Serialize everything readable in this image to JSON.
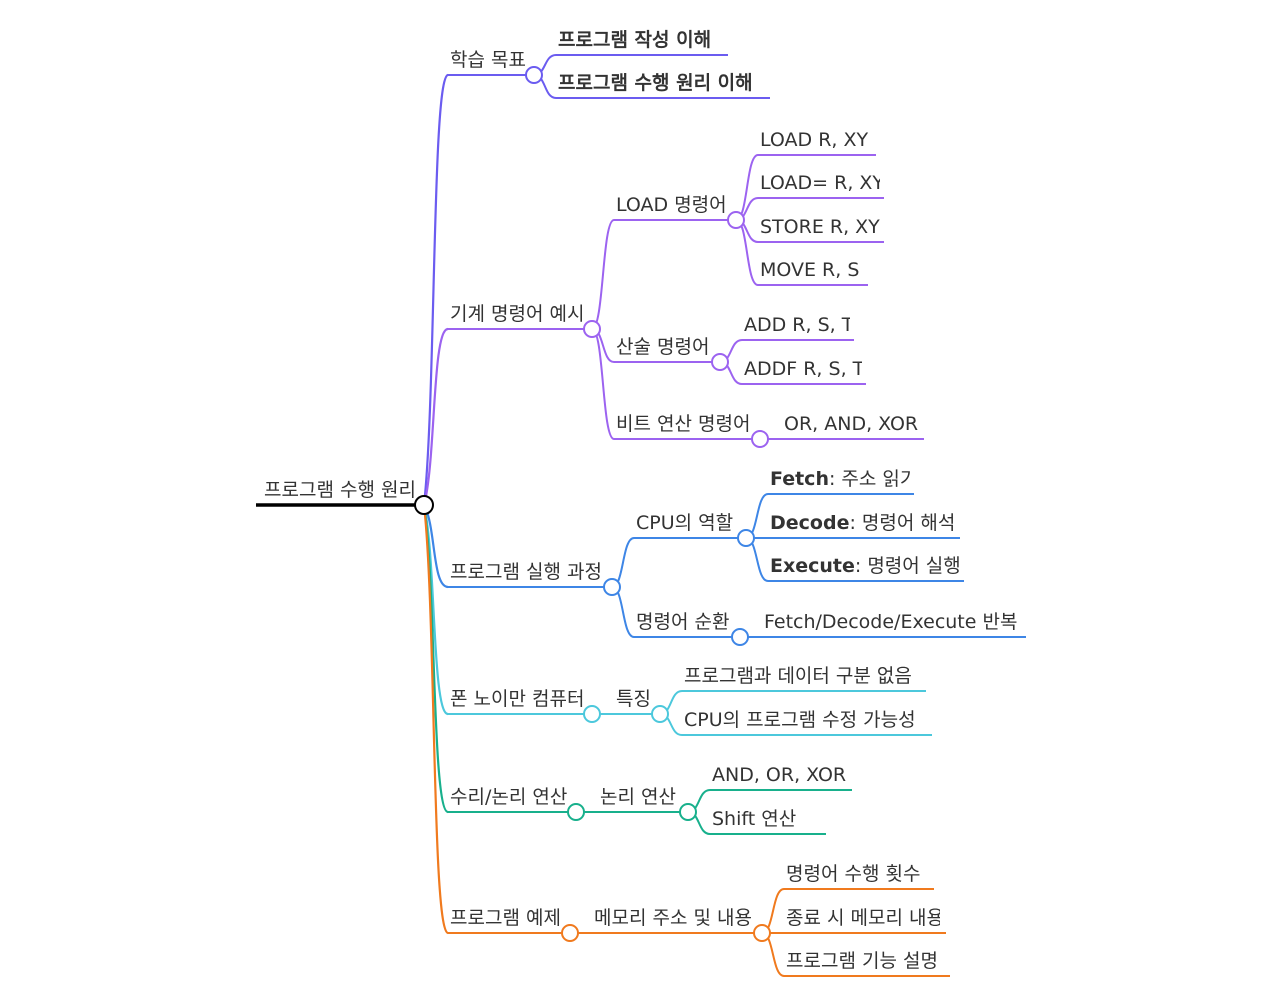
{
  "colors": {
    "root": "#000000",
    "goals": "#6b5cf0",
    "instructions": "#9c63f0",
    "execution": "#3e86e6",
    "vonneumann": "#4cc8dc",
    "ops": "#18b08c",
    "example": "#f07a1e",
    "text": "#333333"
  },
  "root": {
    "label": "프로그램 수행 원리"
  },
  "goals": {
    "label": "학습 목표",
    "children": [
      "프로그램 작성 이해",
      "프로그램 수행 원리 이해"
    ]
  },
  "instructions": {
    "label": "기계 명령어 예시",
    "load": {
      "label": "LOAD 명령어",
      "children": [
        "LOAD R, XY",
        "LOAD= R, XY",
        "STORE R, XY",
        "MOVE R, S"
      ]
    },
    "arith": {
      "label": "산술 명령어",
      "children": [
        "ADD R, S, T",
        "ADDF R, S, T"
      ]
    },
    "bit": {
      "label": "비트 연산 명령어",
      "children": [
        "OR, AND, XOR"
      ]
    }
  },
  "execution": {
    "label": "프로그램 실행 과정",
    "cpu": {
      "label": "CPU의 역할",
      "children": [
        {
          "bold": "Fetch",
          "text": ": 주소 읽기"
        },
        {
          "bold": "Decode",
          "text": ": 명령어 해석"
        },
        {
          "bold": "Execute",
          "text": ": 명령어 실행"
        }
      ]
    },
    "cycle": {
      "label": "명령어 순환",
      "children": [
        "Fetch/Decode/Execute 반복"
      ]
    }
  },
  "vonneumann": {
    "label": "폰 노이만 컴퓨터",
    "features": {
      "label": "특징",
      "children": [
        "프로그램과 데이터 구분 없음",
        "CPU의 프로그램 수정 가능성"
      ]
    }
  },
  "ops": {
    "label": "수리/논리 연산",
    "logic": {
      "label": "논리 연산",
      "children": [
        "AND, OR, XOR",
        "Shift 연산"
      ]
    }
  },
  "example": {
    "label": "프로그램 예제",
    "memory": {
      "label": "메모리 주소 및 내용",
      "children": [
        "명령어 수행 횟수",
        "종료 시 메모리 내용",
        "프로그램 기능 설명"
      ]
    }
  }
}
